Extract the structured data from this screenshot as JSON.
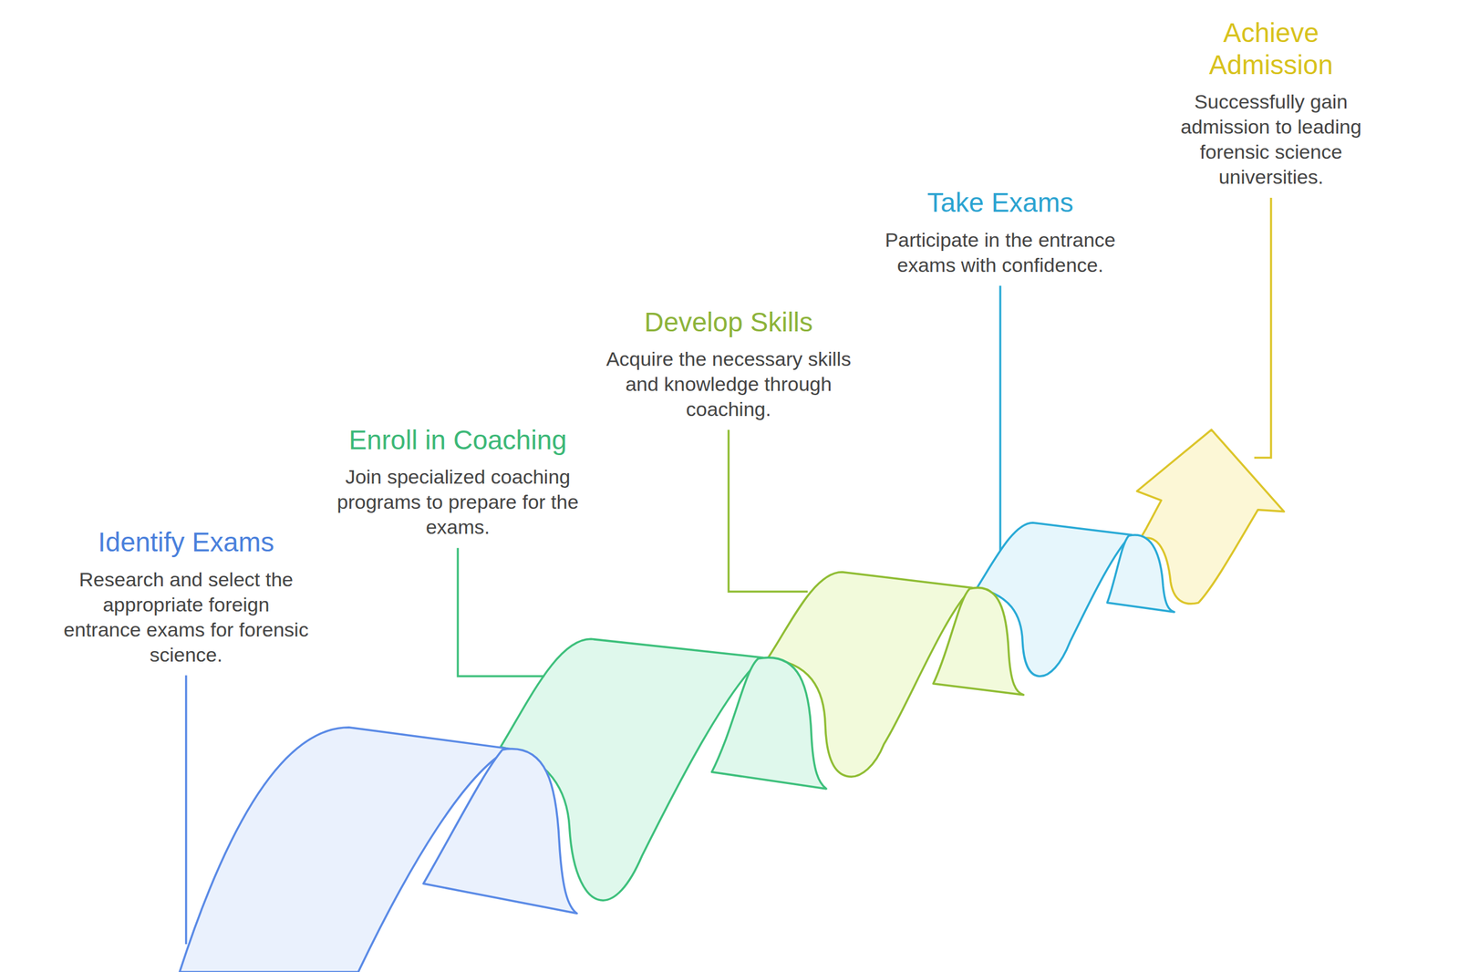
{
  "diagram": {
    "nodes": [
      {
        "text": [
          "Identify Exams",
          "Research and select the appropriate foreign entrance exams for forensic science."
        ]
      },
      {
        "text": [
          "Enroll in Coaching",
          "Join specialized coaching programs to prepare for the exams."
        ]
      },
      {
        "text": [
          "Develop Skills",
          "Acquire the necessary skills and knowledge through coaching."
        ]
      },
      {
        "text": [
          "Take Exams",
          "Participate in the entrance exams with confidence."
        ]
      },
      {
        "text": [
          "Achieve Admission",
          "Successfully gain admission to leading forensic science universities."
        ]
      }
    ]
  }
}
